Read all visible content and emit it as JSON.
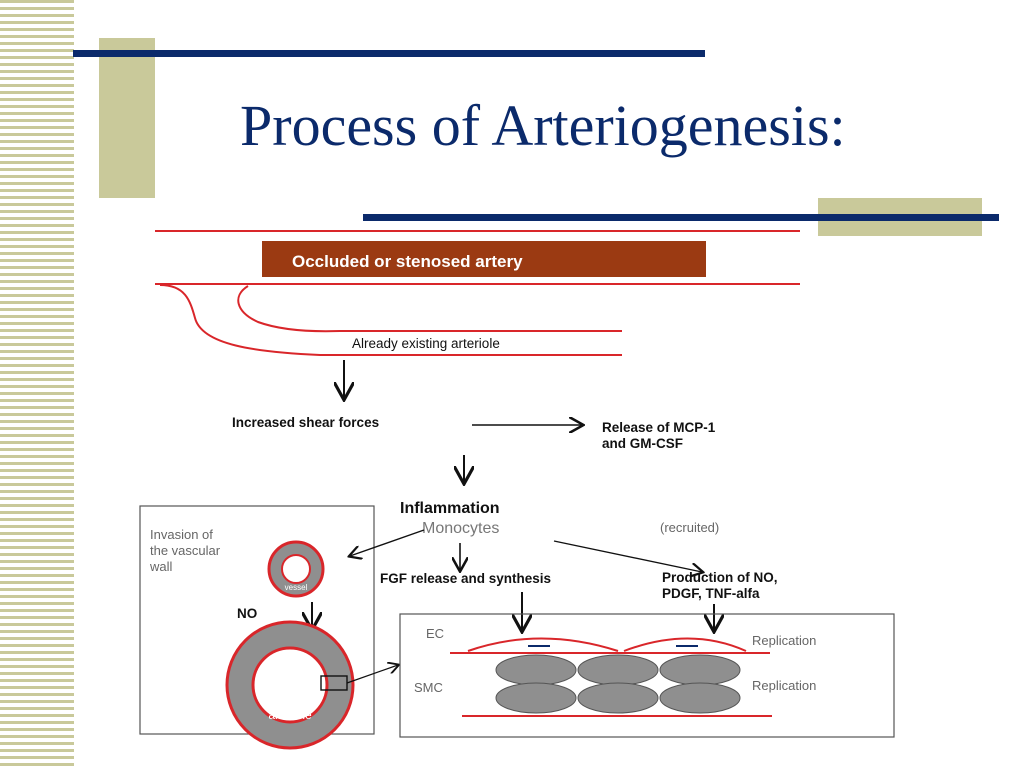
{
  "slide": {
    "title": "Process of Arteriogenesis:"
  },
  "diagram": {
    "banner": "Occluded or stenosed artery",
    "existing_arteriole": "Already existing arteriole",
    "shear": "Increased shear forces",
    "release_1": "Release of MCP-1",
    "release_2": "and GM-CSF",
    "inflammation": "Inflammation",
    "monocytes": "Monocytes",
    "recruited": "(recruited)",
    "invasion_1": "Invasion of",
    "invasion_2": "the vascular",
    "invasion_3": "wall",
    "vessel_small": "vessel",
    "no_label": "NO",
    "arteriole": "arteriole",
    "fgf": "FGF release and synthesis",
    "production_1": "Production of NO,",
    "production_2": "PDGF, TNF-alfa",
    "ec": "EC",
    "smc": "SMC",
    "replication_ec": "Replication",
    "replication_smc": "Replication"
  },
  "colors": {
    "navy": "#0b2a6b",
    "olive": "#c9c99a",
    "banner": "#9b3a12",
    "red": "#d9262a",
    "gray_fill": "#8f8f8f"
  }
}
